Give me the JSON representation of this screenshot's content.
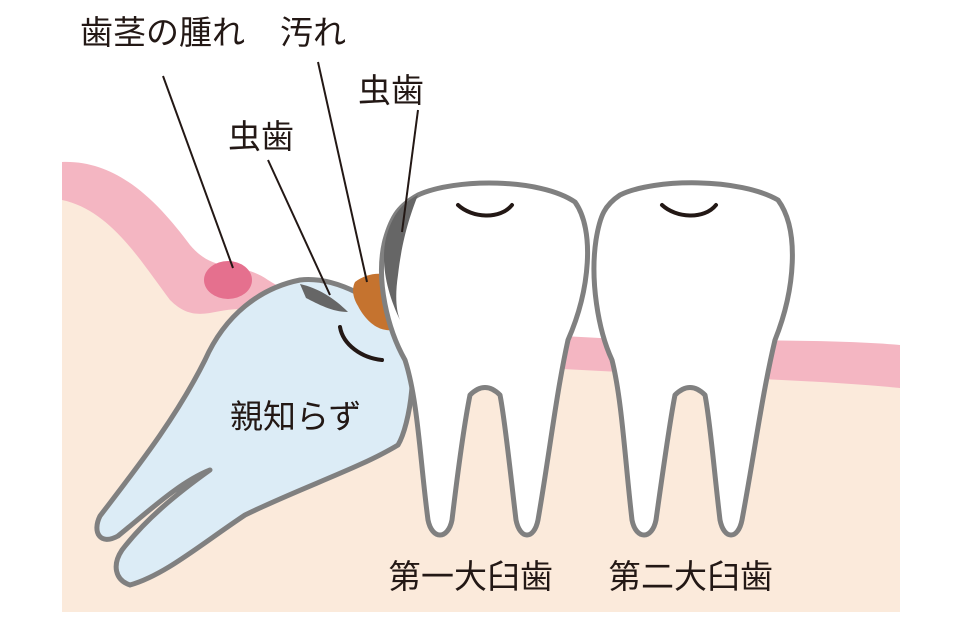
{
  "labels": {
    "gum_swelling": "歯茎の腫れ",
    "stain": "汚れ",
    "cavity_wisdom": "虫歯",
    "cavity_molar": "虫歯",
    "wisdom_tooth": "親知らず",
    "first_molar": "第一大臼歯",
    "second_molar": "第二大臼歯"
  },
  "colors": {
    "bone": "#fbeadb",
    "gum": "#f4b6c2",
    "swelling": "#e5708e",
    "wisdom_tooth_fill": "#dcecf6",
    "tooth_fill": "#ffffff",
    "outline": "#808080",
    "decay": "#666666",
    "stain": "#c5732f",
    "leader_line": "#231815"
  }
}
